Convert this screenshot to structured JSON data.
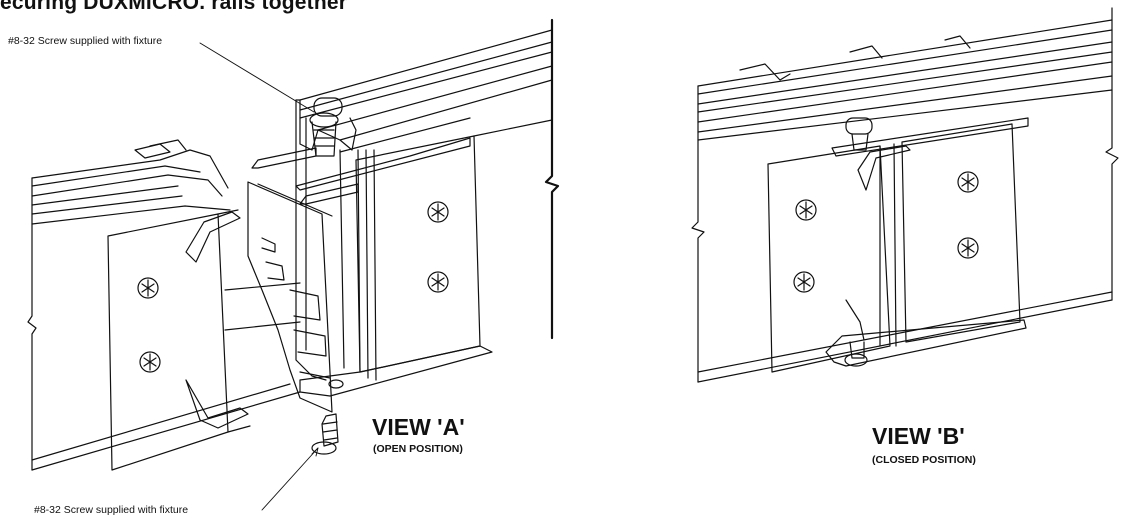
{
  "title": "ecuring DUXMICRO. rails together",
  "callouts": {
    "top": "#8-32 Screw supplied with fixture",
    "bottom": "#8-32 Screw supplied with fixture"
  },
  "view_a": {
    "title": "VIEW 'A'",
    "subtitle": "(OPEN POSITION)"
  },
  "view_b": {
    "title": "VIEW 'B'",
    "subtitle": "(CLOSED POSITION)"
  },
  "colors": {
    "line": "#111111",
    "background": "#ffffff"
  }
}
